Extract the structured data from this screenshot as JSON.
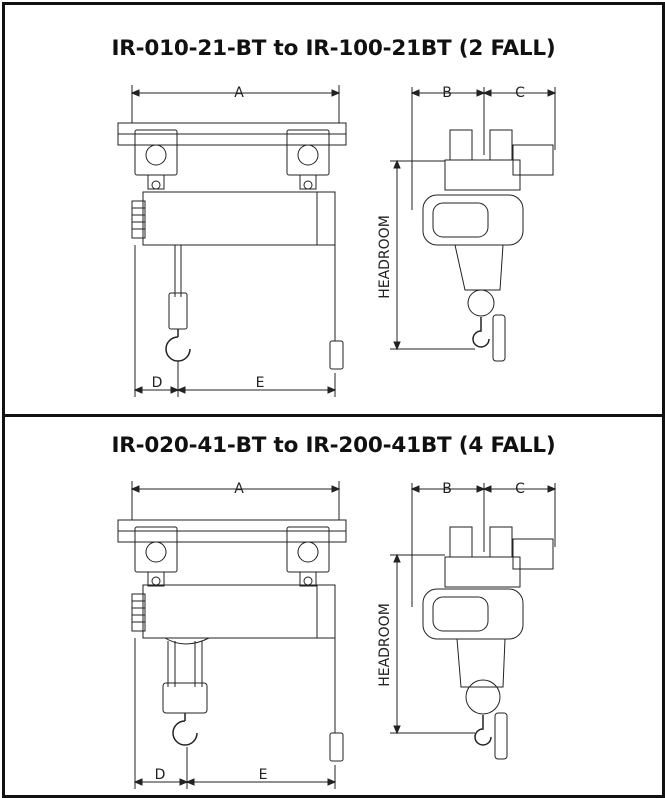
{
  "panels": [
    {
      "title": "IR-010-21-BT to IR-100-21BT (2 FALL)",
      "dimensions": {
        "a": "A",
        "b": "B",
        "c": "C",
        "d": "D",
        "e": "E",
        "headroom": "HEADROOM"
      }
    },
    {
      "title": "IR-020-41-BT to IR-200-41BT (4 FALL)",
      "dimensions": {
        "a": "A",
        "b": "B",
        "c": "C",
        "d": "D",
        "e": "E",
        "headroom": "HEADROOM"
      }
    }
  ],
  "colors": {
    "border": "#111111",
    "line": "#222222",
    "background": "#ffffff"
  }
}
